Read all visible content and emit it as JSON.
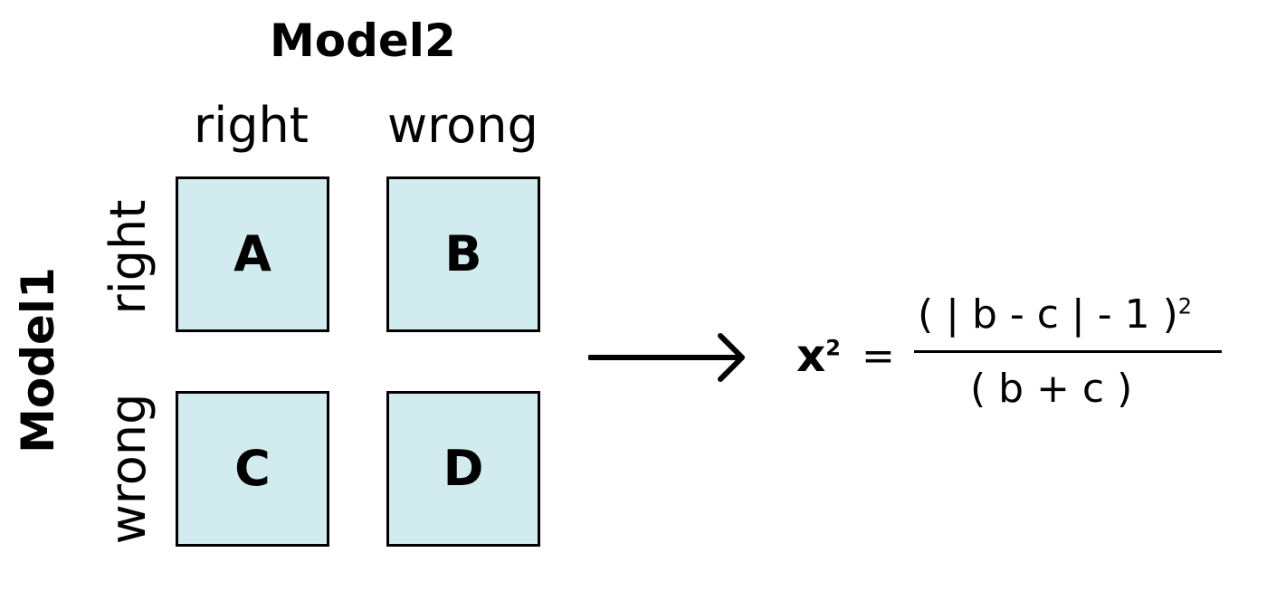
{
  "top_axis": {
    "title": "Model2",
    "labels": [
      "right",
      "wrong"
    ]
  },
  "left_axis": {
    "title": "Model1",
    "labels": [
      "right",
      "wrong"
    ]
  },
  "cells": [
    "A",
    "B",
    "C",
    "D"
  ],
  "formula": {
    "lhs": "x",
    "lhs_exp": "2",
    "equals": "=",
    "numerator": "( | b - c | - 1 )",
    "numerator_exp": "2",
    "denominator": "( b + c )"
  },
  "colors": {
    "cell_fill": "#d2ebef",
    "stroke": "#000000",
    "background": "#ffffff"
  },
  "icons": {
    "arrow": "right-arrow-icon"
  }
}
